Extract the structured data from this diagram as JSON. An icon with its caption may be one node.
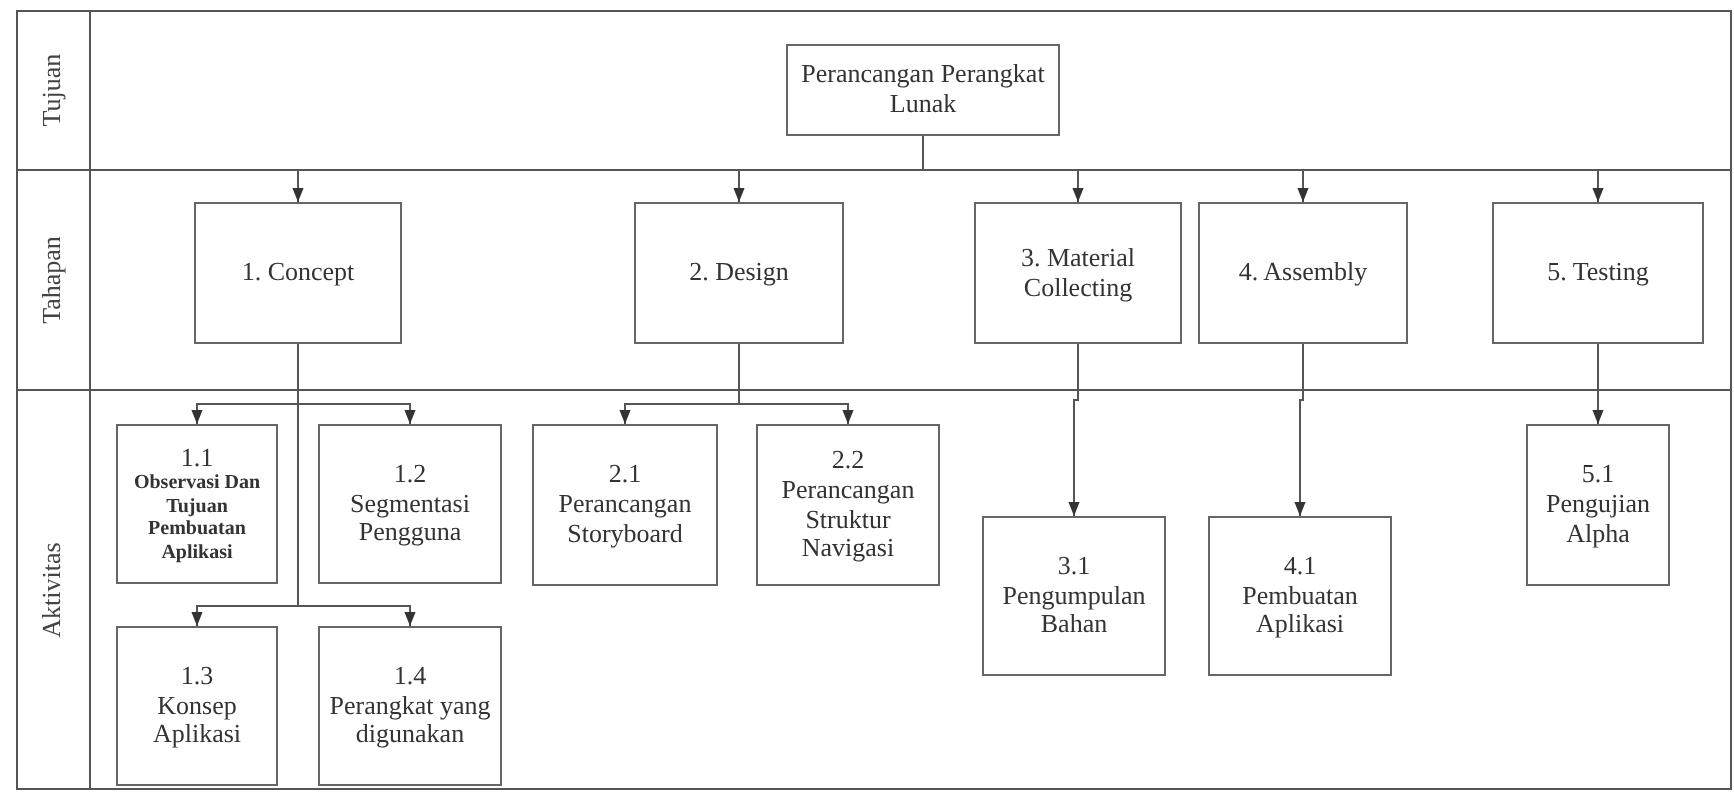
{
  "diagram": {
    "nodes": [
      {
        "text": [
          "Perancangan Perangkat Lunak"
        ]
      },
      {
        "text": [
          "1. Concept"
        ]
      },
      {
        "text": [
          "2. Design"
        ]
      },
      {
        "text": [
          "3. Material Collecting"
        ]
      },
      {
        "text": [
          "4. Assembly"
        ]
      },
      {
        "text": [
          "5. Testing"
        ]
      },
      {
        "text": [
          "1.1",
          "Observasi Dan Tujuan Pembuatan Aplikasi"
        ]
      },
      {
        "text": [
          "1.2",
          "Segmentasi Pengguna"
        ]
      },
      {
        "text": [
          "2.1",
          "Perancangan Storyboard"
        ]
      },
      {
        "text": [
          "2.2",
          "Perancangan Struktur Navigasi"
        ]
      },
      {
        "text": [
          "3.1",
          "Pengumpulan Bahan"
        ]
      },
      {
        "text": [
          "4.1",
          "Pembuatan Aplikasi"
        ]
      },
      {
        "text": [
          "5.1",
          "Pengujian Alpha"
        ]
      },
      {
        "text": [
          "1.3",
          "Konsep Aplikasi"
        ]
      },
      {
        "text": [
          "1.4",
          "Perangkat yang digunakan"
        ]
      }
    ],
    "edges": [
      {
        "from": 0,
        "to": 1,
        "arrow": "to"
      },
      {
        "from": 0,
        "to": 2,
        "arrow": "to"
      },
      {
        "from": 0,
        "to": 3,
        "arrow": "to"
      },
      {
        "from": 0,
        "to": 4,
        "arrow": "to"
      },
      {
        "from": 0,
        "to": 5,
        "arrow": "to"
      },
      {
        "from": 1,
        "to": 6,
        "arrow": "to"
      },
      {
        "from": 1,
        "to": 7,
        "arrow": "to"
      },
      {
        "from": 1,
        "to": 13,
        "arrow": "to"
      },
      {
        "from": 1,
        "to": 14,
        "arrow": "to"
      },
      {
        "from": 2,
        "to": 8,
        "arrow": "to"
      },
      {
        "from": 2,
        "to": 9,
        "arrow": "to"
      },
      {
        "from": 3,
        "to": 10,
        "arrow": "to"
      },
      {
        "from": 4,
        "to": 11,
        "arrow": "to"
      },
      {
        "from": 5,
        "to": 12,
        "arrow": "to"
      }
    ],
    "labels": [
      "Tujuan",
      "Tahapan",
      "Aktivitas"
    ]
  }
}
